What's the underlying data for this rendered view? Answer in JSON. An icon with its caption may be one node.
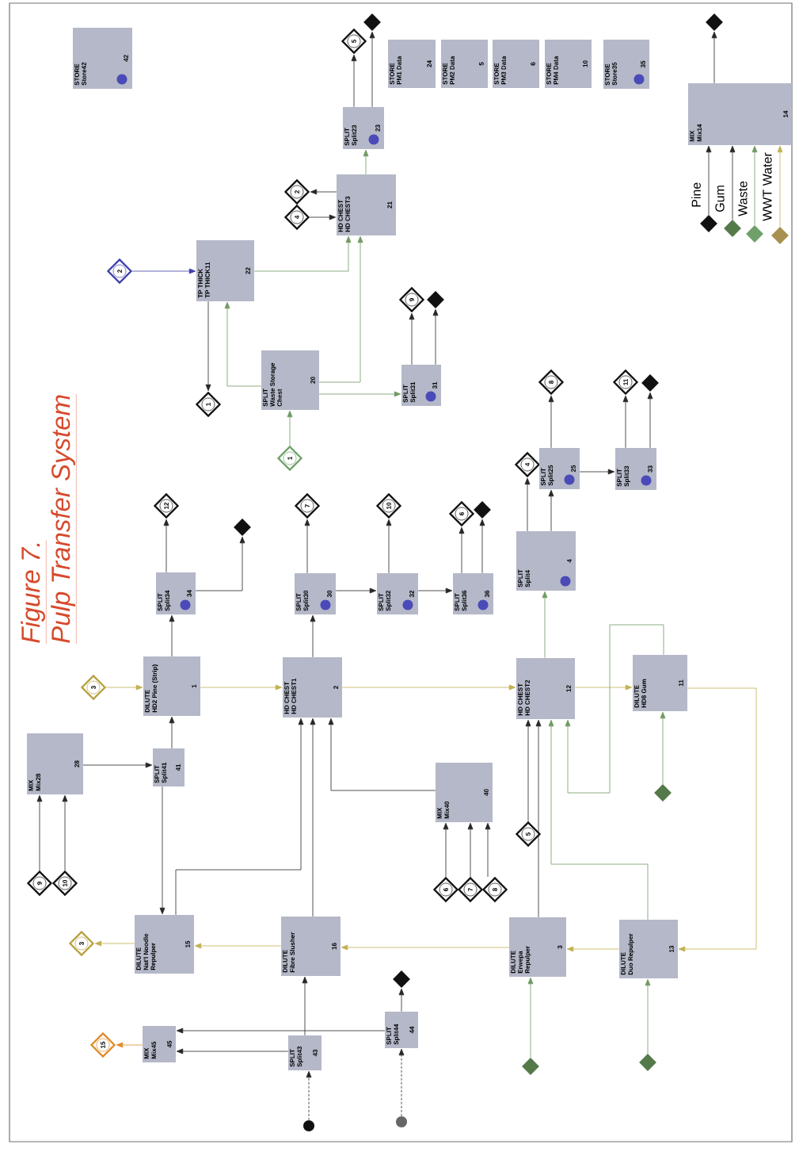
{
  "diagram": {
    "title": "Figure 7.",
    "caption": "Pulp Transfer System",
    "nodes": [
      {
        "text": [
          "STORE",
          "Store42",
          "42"
        ]
      },
      {
        "text": [
          "5"
        ]
      },
      {
        "text": [],
        "shape": "diamond"
      },
      {
        "text": [
          "SPLIT",
          "Split23",
          "23"
        ]
      },
      {
        "text": [
          "STORE",
          "PM1 Data",
          "24"
        ]
      },
      {
        "text": [
          "STORE",
          "PM2 Data",
          "5"
        ]
      },
      {
        "text": [
          "STORE",
          "PM3 Data",
          "6"
        ]
      },
      {
        "text": [
          "STORE",
          "PM4 Data",
          "10"
        ]
      },
      {
        "text": [
          "STORE",
          "Store35",
          "35"
        ]
      },
      {
        "text": [],
        "shape": "diamond"
      },
      {
        "text": [
          "MIX",
          "Mix14",
          "14"
        ]
      },
      {
        "text": [
          "2"
        ]
      },
      {
        "text": [
          "4"
        ]
      },
      {
        "text": [
          "HD CHEST",
          "HD CHEST3",
          "21"
        ]
      },
      {
        "text": [
          "2"
        ]
      },
      {
        "text": [
          "TP THICK",
          "TP THICK11",
          "22"
        ]
      },
      {
        "text": [],
        "shape": "diamond",
        "beside": [
          "Pine"
        ]
      },
      {
        "text": [],
        "shape": "diamond",
        "beside": [
          "Gum"
        ]
      },
      {
        "text": [],
        "shape": "diamond",
        "beside": [
          "Waste"
        ]
      },
      {
        "text": [],
        "shape": "diamond",
        "beside": [
          "WWT Water"
        ]
      },
      {
        "text": [
          "9"
        ]
      },
      {
        "text": [],
        "shape": "diamond"
      },
      {
        "text": [
          "1"
        ]
      },
      {
        "text": [
          "SPLIT",
          "Waste Storage Chest",
          "20"
        ]
      },
      {
        "text": [
          "SPLIT",
          "Split31",
          "31"
        ]
      },
      {
        "text": [
          "1"
        ]
      },
      {
        "text": [
          "12"
        ]
      },
      {
        "text": [
          "7"
        ]
      },
      {
        "text": [
          "10"
        ]
      },
      {
        "text": [
          "6"
        ]
      },
      {
        "text": [],
        "shape": "diamond"
      },
      {
        "text": [],
        "shape": "diamond"
      },
      {
        "text": [
          "4"
        ]
      },
      {
        "text": [
          "8"
        ]
      },
      {
        "text": [
          "11"
        ]
      },
      {
        "text": [],
        "shape": "diamond"
      },
      {
        "text": [
          "SPLIT",
          "Split25",
          "25"
        ]
      },
      {
        "text": [
          "SPLIT",
          "Split33",
          "33"
        ]
      },
      {
        "text": [
          "SPLIT",
          "Split4",
          "4"
        ]
      },
      {
        "text": [
          "SPLIT",
          "Split34",
          "34"
        ]
      },
      {
        "text": [
          "SPLIT",
          "Split30",
          "30"
        ]
      },
      {
        "text": [
          "SPLIT",
          "Split32",
          "32"
        ]
      },
      {
        "text": [
          "SPLIT",
          "Split36",
          "36"
        ]
      },
      {
        "text": [
          "3"
        ]
      },
      {
        "text": [
          "DILUTE",
          "HD2 Pine (Strip)",
          "1"
        ]
      },
      {
        "text": [
          "HD CHEST",
          "HD CHEST1",
          "2"
        ]
      },
      {
        "text": [
          "HD CHEST",
          "HD CHEST2",
          "12"
        ]
      },
      {
        "text": [
          "DILUTE",
          "HD8 Gum",
          "11"
        ]
      },
      {
        "text": [
          "MIX",
          "Mix28",
          "28"
        ]
      },
      {
        "text": [
          "SPLIT",
          "Split41",
          "41"
        ]
      },
      {
        "text": [
          "MIX",
          "Mix40",
          "40"
        ]
      },
      {
        "text": [],
        "shape": "diamond"
      },
      {
        "text": [
          "5"
        ]
      },
      {
        "text": [
          "9"
        ]
      },
      {
        "text": [
          "10"
        ]
      },
      {
        "text": [
          "6"
        ]
      },
      {
        "text": [
          "7"
        ]
      },
      {
        "text": [
          "8"
        ]
      },
      {
        "text": [
          "3"
        ]
      },
      {
        "text": [
          "DILUTE",
          "Nat'l Noodle Repulper",
          "15"
        ]
      },
      {
        "text": [
          "DILUTE",
          "Fibre Slusher",
          "16"
        ]
      },
      {
        "text": [
          "DILUTE",
          "Erwepa Repulper",
          "3"
        ]
      },
      {
        "text": [
          "DILUTE",
          "Duo Repulper",
          "13"
        ]
      },
      {
        "text": [],
        "shape": "diamond"
      },
      {
        "text": [
          "15"
        ]
      },
      {
        "text": [
          "MIX",
          "Mix45",
          "45"
        ]
      },
      {
        "text": [
          "SPLIT",
          "Split43",
          "43"
        ]
      },
      {
        "text": [
          "SPLIT",
          "Split44",
          "44"
        ]
      },
      {
        "text": [],
        "shape": "diamond"
      },
      {
        "text": [],
        "shape": "diamond"
      },
      {
        "text": [],
        "shape": "circle"
      },
      {
        "text": [],
        "shape": "circle"
      }
    ],
    "edges": [
      {
        "from": 3,
        "to": 1,
        "arrow": "to"
      },
      {
        "from": 3,
        "to": 2,
        "arrow": "to"
      },
      {
        "from": 13,
        "to": 3,
        "arrow": "to",
        "color": "#6f9a62"
      },
      {
        "from": 13,
        "to": 11,
        "arrow": "to"
      },
      {
        "from": 12,
        "to": 13,
        "arrow": "to"
      },
      {
        "from": 14,
        "to": 15,
        "arrow": "to",
        "color": "#3f3fa8"
      },
      {
        "from": 15,
        "to": 13,
        "arrow": "to",
        "color": "#6f9a62"
      },
      {
        "from": 15,
        "to": 22,
        "arrow": "to"
      },
      {
        "from": 23,
        "to": 15,
        "arrow": "to",
        "color": "#6f9a62"
      },
      {
        "from": 23,
        "to": 13,
        "arrow": "to",
        "color": "#6f9a62"
      },
      {
        "from": 23,
        "to": 24,
        "arrow": "to",
        "color": "#6f9a62"
      },
      {
        "from": 25,
        "to": 23,
        "arrow": "to",
        "color": "#6f9a62"
      },
      {
        "from": 24,
        "to": 20,
        "arrow": "to"
      },
      {
        "from": 24,
        "to": 21,
        "arrow": "to"
      },
      {
        "from": 10,
        "to": 9,
        "arrow": "to"
      },
      {
        "from": 16,
        "to": 10,
        "arrow": "to"
      },
      {
        "from": 17,
        "to": 10,
        "arrow": "to"
      },
      {
        "from": 18,
        "to": 10,
        "arrow": "to",
        "color": "#6f9a62"
      },
      {
        "from": 19,
        "to": 10,
        "arrow": "to",
        "color": "#c2b050"
      },
      {
        "from": 43,
        "to": 44,
        "arrow": "to",
        "color": "#c2b050"
      },
      {
        "from": 44,
        "to": 39,
        "arrow": "to"
      },
      {
        "from": 44,
        "to": 45,
        "arrow": "to",
        "color": "#c2b050"
      },
      {
        "from": 39,
        "to": 26,
        "arrow": "to"
      },
      {
        "from": 39,
        "to": 31,
        "arrow": "to"
      },
      {
        "from": 45,
        "to": 40,
        "arrow": "to"
      },
      {
        "from": 40,
        "to": 27,
        "arrow": "to"
      },
      {
        "from": 40,
        "to": 41,
        "arrow": "to"
      },
      {
        "from": 41,
        "to": 28,
        "arrow": "to"
      },
      {
        "from": 41,
        "to": 42,
        "arrow": "to"
      },
      {
        "from": 42,
        "to": 29,
        "arrow": "to"
      },
      {
        "from": 42,
        "to": 30,
        "arrow": "to"
      },
      {
        "from": 45,
        "to": 46,
        "arrow": "to",
        "color": "#c2b050"
      },
      {
        "from": 46,
        "to": 38,
        "arrow": "to",
        "color": "#6f9a62"
      },
      {
        "from": 38,
        "to": 32,
        "arrow": "to"
      },
      {
        "from": 38,
        "to": 36,
        "arrow": "to"
      },
      {
        "from": 36,
        "to": 33,
        "arrow": "to"
      },
      {
        "from": 36,
        "to": 37,
        "arrow": "to"
      },
      {
        "from": 37,
        "to": 34,
        "arrow": "to"
      },
      {
        "from": 37,
        "to": 35,
        "arrow": "to"
      },
      {
        "from": 46,
        "to": 47,
        "arrow": "to",
        "color": "#c2b050"
      },
      {
        "from": 47,
        "to": 46,
        "arrow": "to",
        "color": "#6f9a62"
      },
      {
        "from": 51,
        "to": 47,
        "arrow": "to",
        "color": "#6f9a62"
      },
      {
        "from": 47,
        "to": 62,
        "arrow": "to",
        "color": "#c2b050"
      },
      {
        "from": 62,
        "to": 61,
        "arrow": "to",
        "color": "#c2b050"
      },
      {
        "from": 61,
        "to": 60,
        "arrow": "to",
        "color": "#c2b050"
      },
      {
        "from": 60,
        "to": 59,
        "arrow": "to",
        "color": "#c2b050"
      },
      {
        "from": 59,
        "to": 58,
        "arrow": "to",
        "color": "#c2b050"
      },
      {
        "from": 62,
        "to": 46,
        "arrow": "to",
        "color": "#6f9a62"
      },
      {
        "from": 61,
        "to": 46,
        "arrow": "to"
      },
      {
        "from": 52,
        "to": 46,
        "arrow": "to"
      },
      {
        "from": 50,
        "to": 45,
        "arrow": "to"
      },
      {
        "from": 55,
        "to": 50,
        "arrow": "to"
      },
      {
        "from": 56,
        "to": 50,
        "arrow": "to"
      },
      {
        "from": 57,
        "to": 50,
        "arrow": "to"
      },
      {
        "from": 60,
        "to": 45,
        "arrow": "to"
      },
      {
        "from": 59,
        "to": 45,
        "arrow": "to"
      },
      {
        "from": 48,
        "to": 49,
        "arrow": "to"
      },
      {
        "from": 49,
        "to": 44,
        "arrow": "to"
      },
      {
        "from": 49,
        "to": 59,
        "arrow": "to"
      },
      {
        "from": 53,
        "to": 48,
        "arrow": "to"
      },
      {
        "from": 54,
        "to": 48,
        "arrow": "to"
      },
      {
        "from": 66,
        "to": 60,
        "arrow": "to"
      },
      {
        "from": 66,
        "to": 65,
        "arrow": "to"
      },
      {
        "from": 67,
        "to": 65,
        "arrow": "to"
      },
      {
        "from": 67,
        "to": 63,
        "arrow": "to"
      },
      {
        "from": 65,
        "to": 64,
        "arrow": "to",
        "color": "#e08a2a"
      },
      {
        "from": 68,
        "to": 61,
        "arrow": "to",
        "color": "#6f9a62"
      },
      {
        "from": 69,
        "to": 62,
        "arrow": "to",
        "color": "#6f9a62"
      },
      {
        "from": 70,
        "to": 66,
        "arrow": "to",
        "style": "dashed"
      },
      {
        "from": 71,
        "to": 67,
        "arrow": "to",
        "style": "dashed"
      }
    ]
  }
}
